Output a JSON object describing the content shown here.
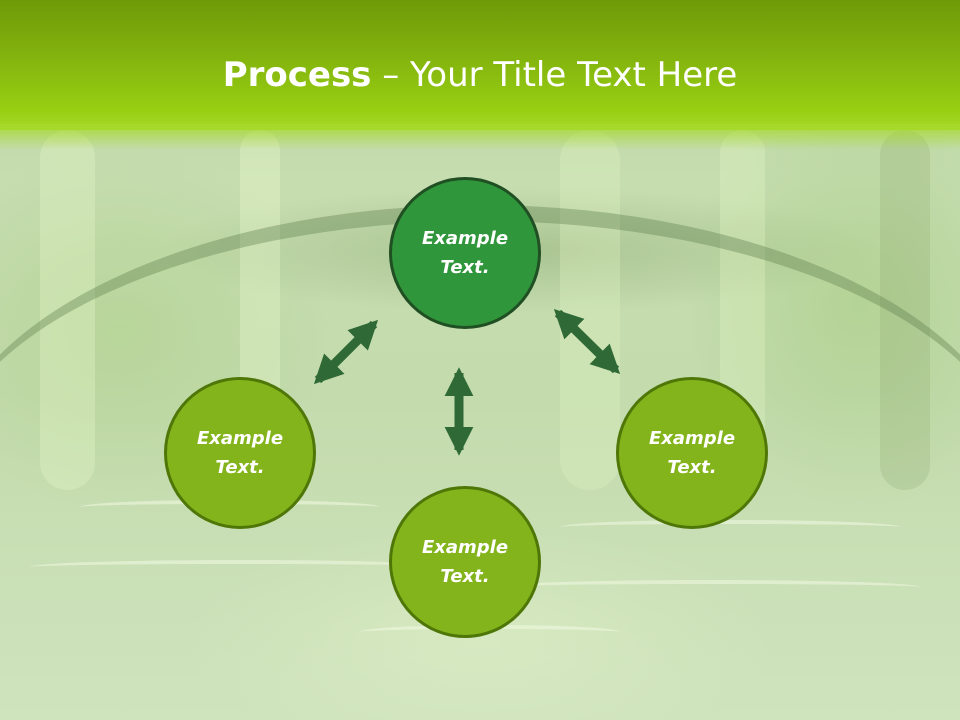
{
  "slide": {
    "title_bold": "Process",
    "title_rest": " – Your Title Text Here"
  },
  "diagram": {
    "nodes": [
      {
        "id": "top",
        "text": "Example Text."
      },
      {
        "id": "left",
        "text": "Example Text."
      },
      {
        "id": "bottom",
        "text": "Example Text."
      },
      {
        "id": "right",
        "text": "Example Text."
      }
    ],
    "edges": [
      {
        "from": "top",
        "to": "left",
        "style": "double-arrow"
      },
      {
        "from": "top",
        "to": "bottom",
        "style": "double-arrow"
      },
      {
        "from": "top",
        "to": "right",
        "style": "double-arrow"
      }
    ]
  },
  "colors": {
    "header": "#8cc20f",
    "center_node": "#30963b",
    "outer_node": "#84b41c",
    "arrow": "#2f6a36"
  }
}
